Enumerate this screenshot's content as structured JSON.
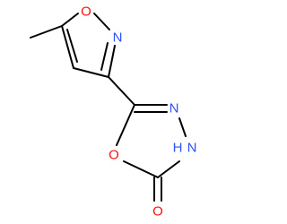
{
  "colors": {
    "carbon_bond": "#000000",
    "oxygen": "#ff0d0d",
    "nitrogen": "#3050f8",
    "background": "#ffffff"
  },
  "atoms": {
    "o_isoxazole": "O",
    "n_isoxazole": "N",
    "n_oxadiazole": "N",
    "nh_n": "N",
    "nh_h": "H",
    "o_oxadiazole_ring": "O",
    "o_carbonyl": "O"
  }
}
